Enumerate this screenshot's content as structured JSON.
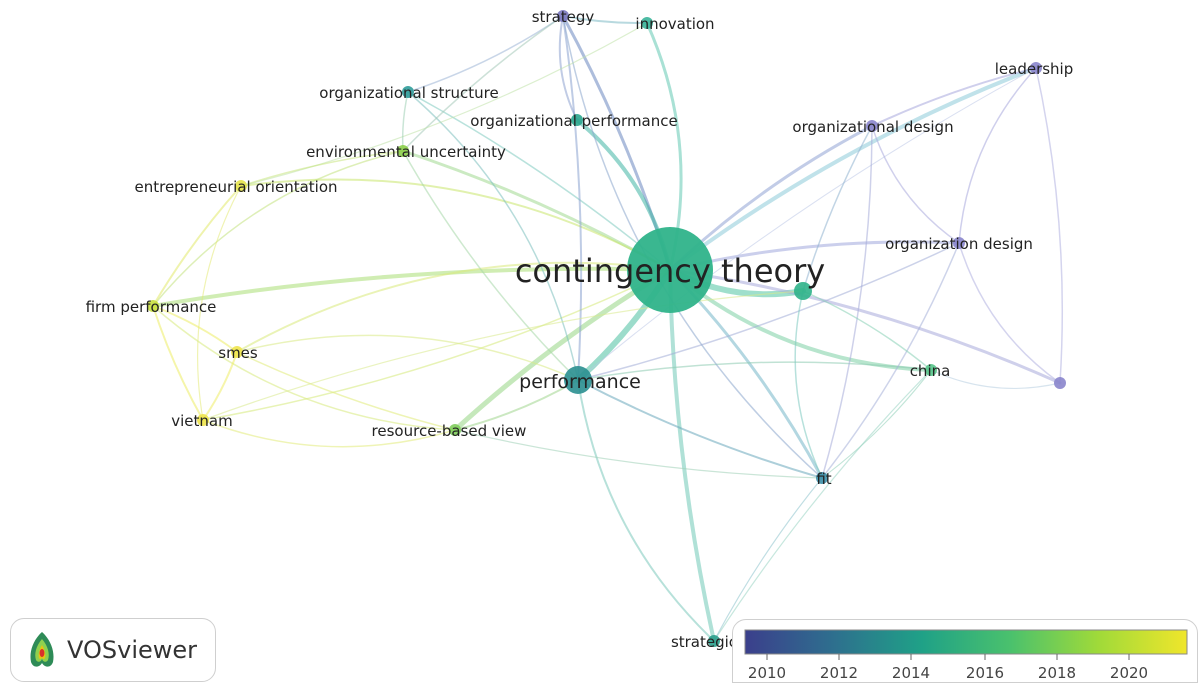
{
  "app": {
    "brand_name": "VOSviewer",
    "brand_colors": {
      "logo_outer": "#2e8b57",
      "logo_inner": "#e6c413",
      "logo_core": "#d9312b"
    }
  },
  "legend": {
    "ticks": [
      "2010",
      "2012",
      "2014",
      "2016",
      "2018",
      "2020"
    ],
    "gradient": [
      "#3b3f8c",
      "#2e6f8e",
      "#1fa187",
      "#4ac16d",
      "#a0da39",
      "#f0e62b"
    ]
  },
  "nodes": [
    {
      "id": "contingency_theory",
      "label": "contingency theory",
      "color": "#2fb38a",
      "weight": "hub"
    },
    {
      "id": "performance",
      "label": "performance",
      "color": "#2a8f90",
      "weight": "large"
    },
    {
      "id": "strategy",
      "label": "strategy",
      "color": "#7a78c0",
      "weight": "small"
    },
    {
      "id": "innovation",
      "label": "innovation",
      "color": "#3ab49a",
      "weight": "small"
    },
    {
      "id": "leadership",
      "label": "leadership",
      "color": "#8a85cc",
      "weight": "small"
    },
    {
      "id": "organizational_structure",
      "label": "organizational structure",
      "color": "#2f9c9a",
      "weight": "small"
    },
    {
      "id": "organizational_performance",
      "label": "organizational performance",
      "color": "#2aa58e",
      "weight": "small"
    },
    {
      "id": "organizational_design",
      "label": "organizational design",
      "color": "#8a85cc",
      "weight": "small"
    },
    {
      "id": "environmental_uncertainty",
      "label": "environmental uncertainty",
      "color": "#8ccf4a",
      "weight": "small"
    },
    {
      "id": "entrepreneurial_orientation",
      "label": "entrepreneurial orientation",
      "color": "#e5e34a",
      "weight": "small"
    },
    {
      "id": "organization_design",
      "label": "organization design",
      "color": "#8a85cc",
      "weight": "small"
    },
    {
      "id": "firm_performance",
      "label": "firm performance",
      "color": "#c9e040",
      "weight": "small"
    },
    {
      "id": "smes",
      "label": "smes",
      "color": "#eee44c",
      "weight": "small"
    },
    {
      "id": "vietnam",
      "label": "vietnam",
      "color": "#eee44c",
      "weight": "small"
    },
    {
      "id": "resource_based_view",
      "label": "resource-based view",
      "color": "#7fcd5c",
      "weight": "small"
    },
    {
      "id": "china",
      "label": "china",
      "color": "#56c48a",
      "weight": "small"
    },
    {
      "id": "fit",
      "label": "fit",
      "color": "#3c8fa8",
      "weight": "small"
    },
    {
      "id": "strategic",
      "label": "strategic",
      "color": "#2a9e8c",
      "weight": "small"
    },
    {
      "id": "unlabeled_teal",
      "label": "",
      "color": "#2fb38a",
      "weight": "medium"
    },
    {
      "id": "unlabeled_purple",
      "label": "",
      "color": "#8a85cc",
      "weight": "small"
    }
  ]
}
